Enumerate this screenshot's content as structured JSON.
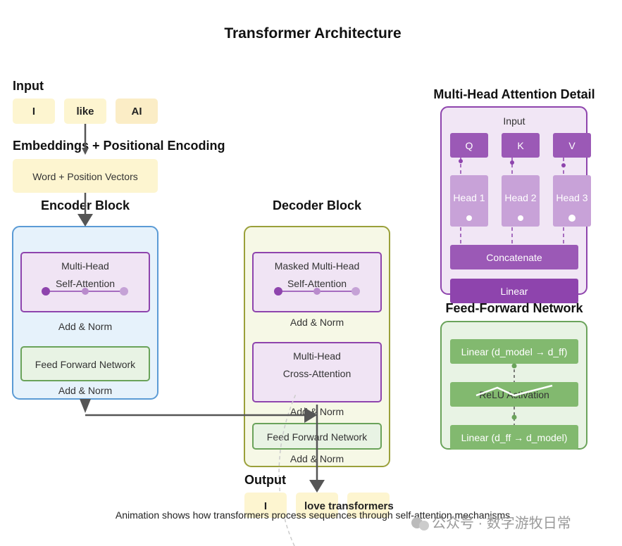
{
  "title": "Transformer Architecture",
  "input": {
    "heading": "Input",
    "tokens": [
      "I",
      "like",
      "AI"
    ]
  },
  "embeddings": {
    "heading": "Embeddings + Positional Encoding",
    "box_label": "Word + Position Vectors"
  },
  "encoder": {
    "heading": "Encoder Block",
    "attention_line1": "Multi-Head",
    "attention_line2": "Self-Attention",
    "add_norm_1": "Add & Norm",
    "ffn_label": "Feed Forward Network",
    "add_norm_2": "Add & Norm"
  },
  "decoder": {
    "heading": "Decoder Block",
    "masked_line1": "Masked Multi-Head",
    "masked_line2": "Self-Attention",
    "add_norm_1": "Add & Norm",
    "cross_line1": "Multi-Head",
    "cross_line2": "Cross-Attention",
    "add_norm_2": "Add & Norm",
    "ffn_label": "Feed Forward Network",
    "add_norm_3": "Add & Norm"
  },
  "output": {
    "heading": "Output",
    "tokens": [
      "I",
      "love transformers",
      ""
    ]
  },
  "mha_detail": {
    "heading": "Multi-Head Attention Detail",
    "input_label": "Input",
    "qkv": [
      "Q",
      "K",
      "V"
    ],
    "heads": [
      "Head 1",
      "Head 2",
      "Head 3"
    ],
    "concat_label": "Concatenate",
    "linear_label": "Linear"
  },
  "ffn_detail": {
    "heading": "Feed-Forward Network",
    "linear1": "Linear (d_model → d_ff)",
    "relu": "ReLU Activation",
    "linear2": "Linear (d_ff → d_model)"
  },
  "caption": "Animation shows how transformers process sequences through self-attention mechanisms",
  "watermark": "公众号 · 数字游牧日常",
  "colors": {
    "encoder_border": "#5b9bd5",
    "encoder_fill": "#e6f2fb",
    "decoder_border": "#9aa03a",
    "decoder_fill": "#f6f8e6",
    "purple": "#8e44ad",
    "purple_fill": "#f0e4f4",
    "green": "#6aa35a",
    "green_fill": "#e8f3e4",
    "green_box": "#82b96f",
    "token_fill": "#fdf5d0"
  }
}
